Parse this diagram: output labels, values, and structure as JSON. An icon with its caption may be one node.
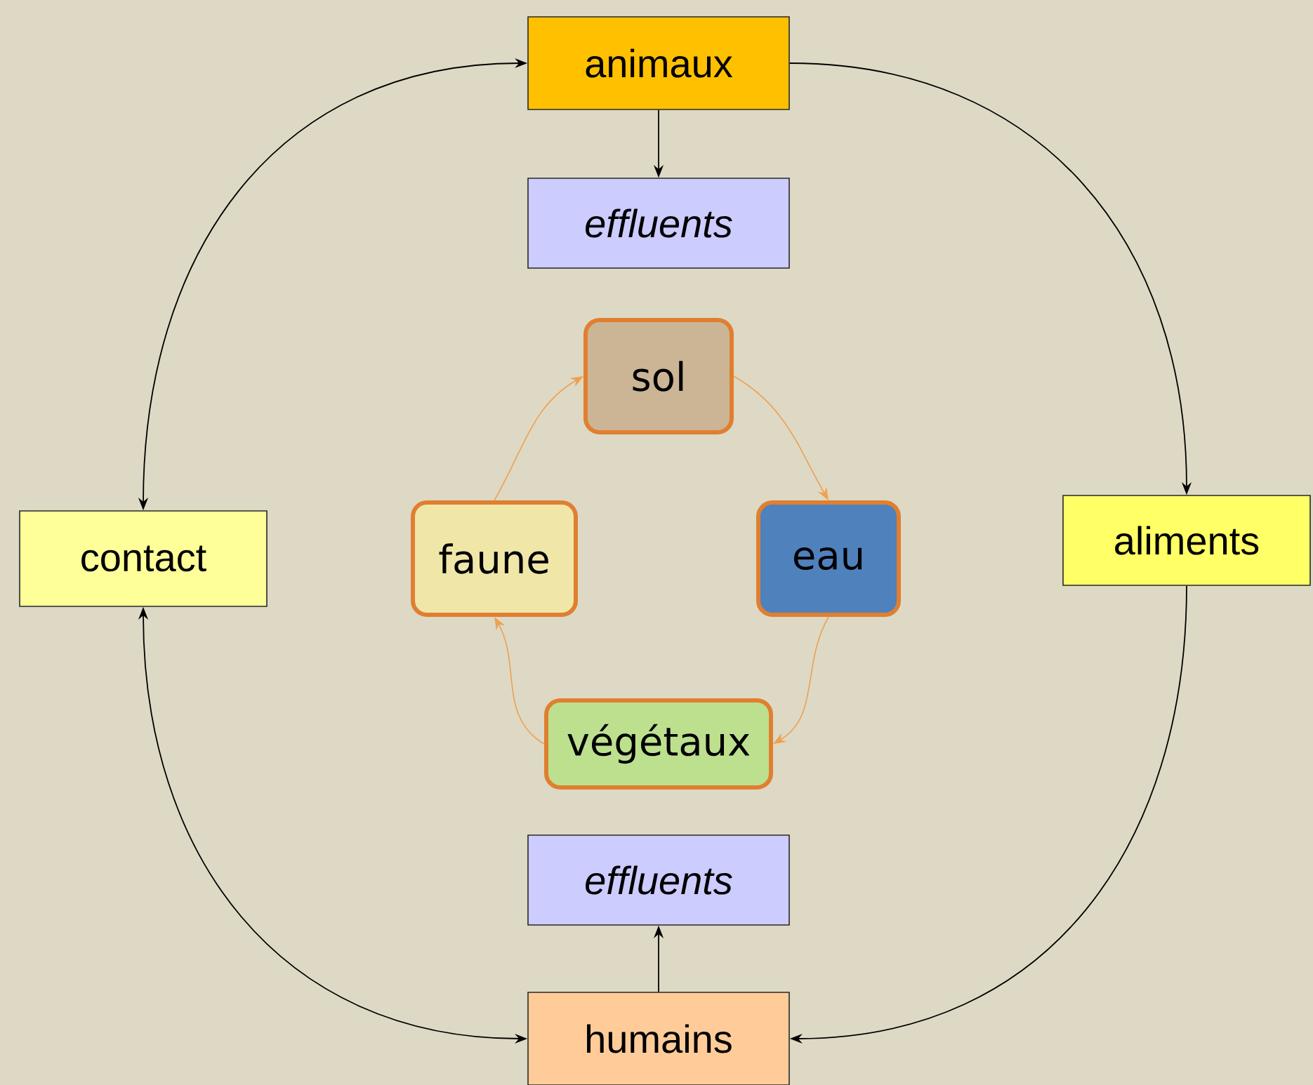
{
  "diagram": {
    "nodes": [
      {
        "text": [
          "animaux"
        ]
      },
      {
        "text": [
          "effluents"
        ]
      },
      {
        "text": [
          "sol"
        ]
      },
      {
        "text": [
          "eau"
        ]
      },
      {
        "text": [
          "végétaux"
        ]
      },
      {
        "text": [
          "faune"
        ]
      },
      {
        "text": [
          "effluents"
        ]
      },
      {
        "text": [
          "contact"
        ]
      },
      {
        "text": [
          "aliments"
        ]
      },
      {
        "text": [
          "humains"
        ]
      }
    ],
    "edges": [
      {
        "from": 0,
        "to": 1,
        "arrow": "to"
      },
      {
        "from": 9,
        "to": 6,
        "arrow": "to"
      },
      {
        "from": 0,
        "to": 8,
        "arrow": "to"
      },
      {
        "from": 8,
        "to": 9,
        "arrow": "to"
      },
      {
        "from": 7,
        "to": 0,
        "arrow": "both"
      },
      {
        "from": 7,
        "to": 9,
        "arrow": "both"
      },
      {
        "from": 5,
        "to": 2,
        "arrow": "to",
        "color": "#f0a050"
      },
      {
        "from": 2,
        "to": 3,
        "arrow": "to",
        "color": "#f0a050"
      },
      {
        "from": 3,
        "to": 4,
        "arrow": "to",
        "color": "#f0a050"
      },
      {
        "from": 4,
        "to": 5,
        "arrow": "to",
        "color": "#f0a050"
      }
    ]
  }
}
